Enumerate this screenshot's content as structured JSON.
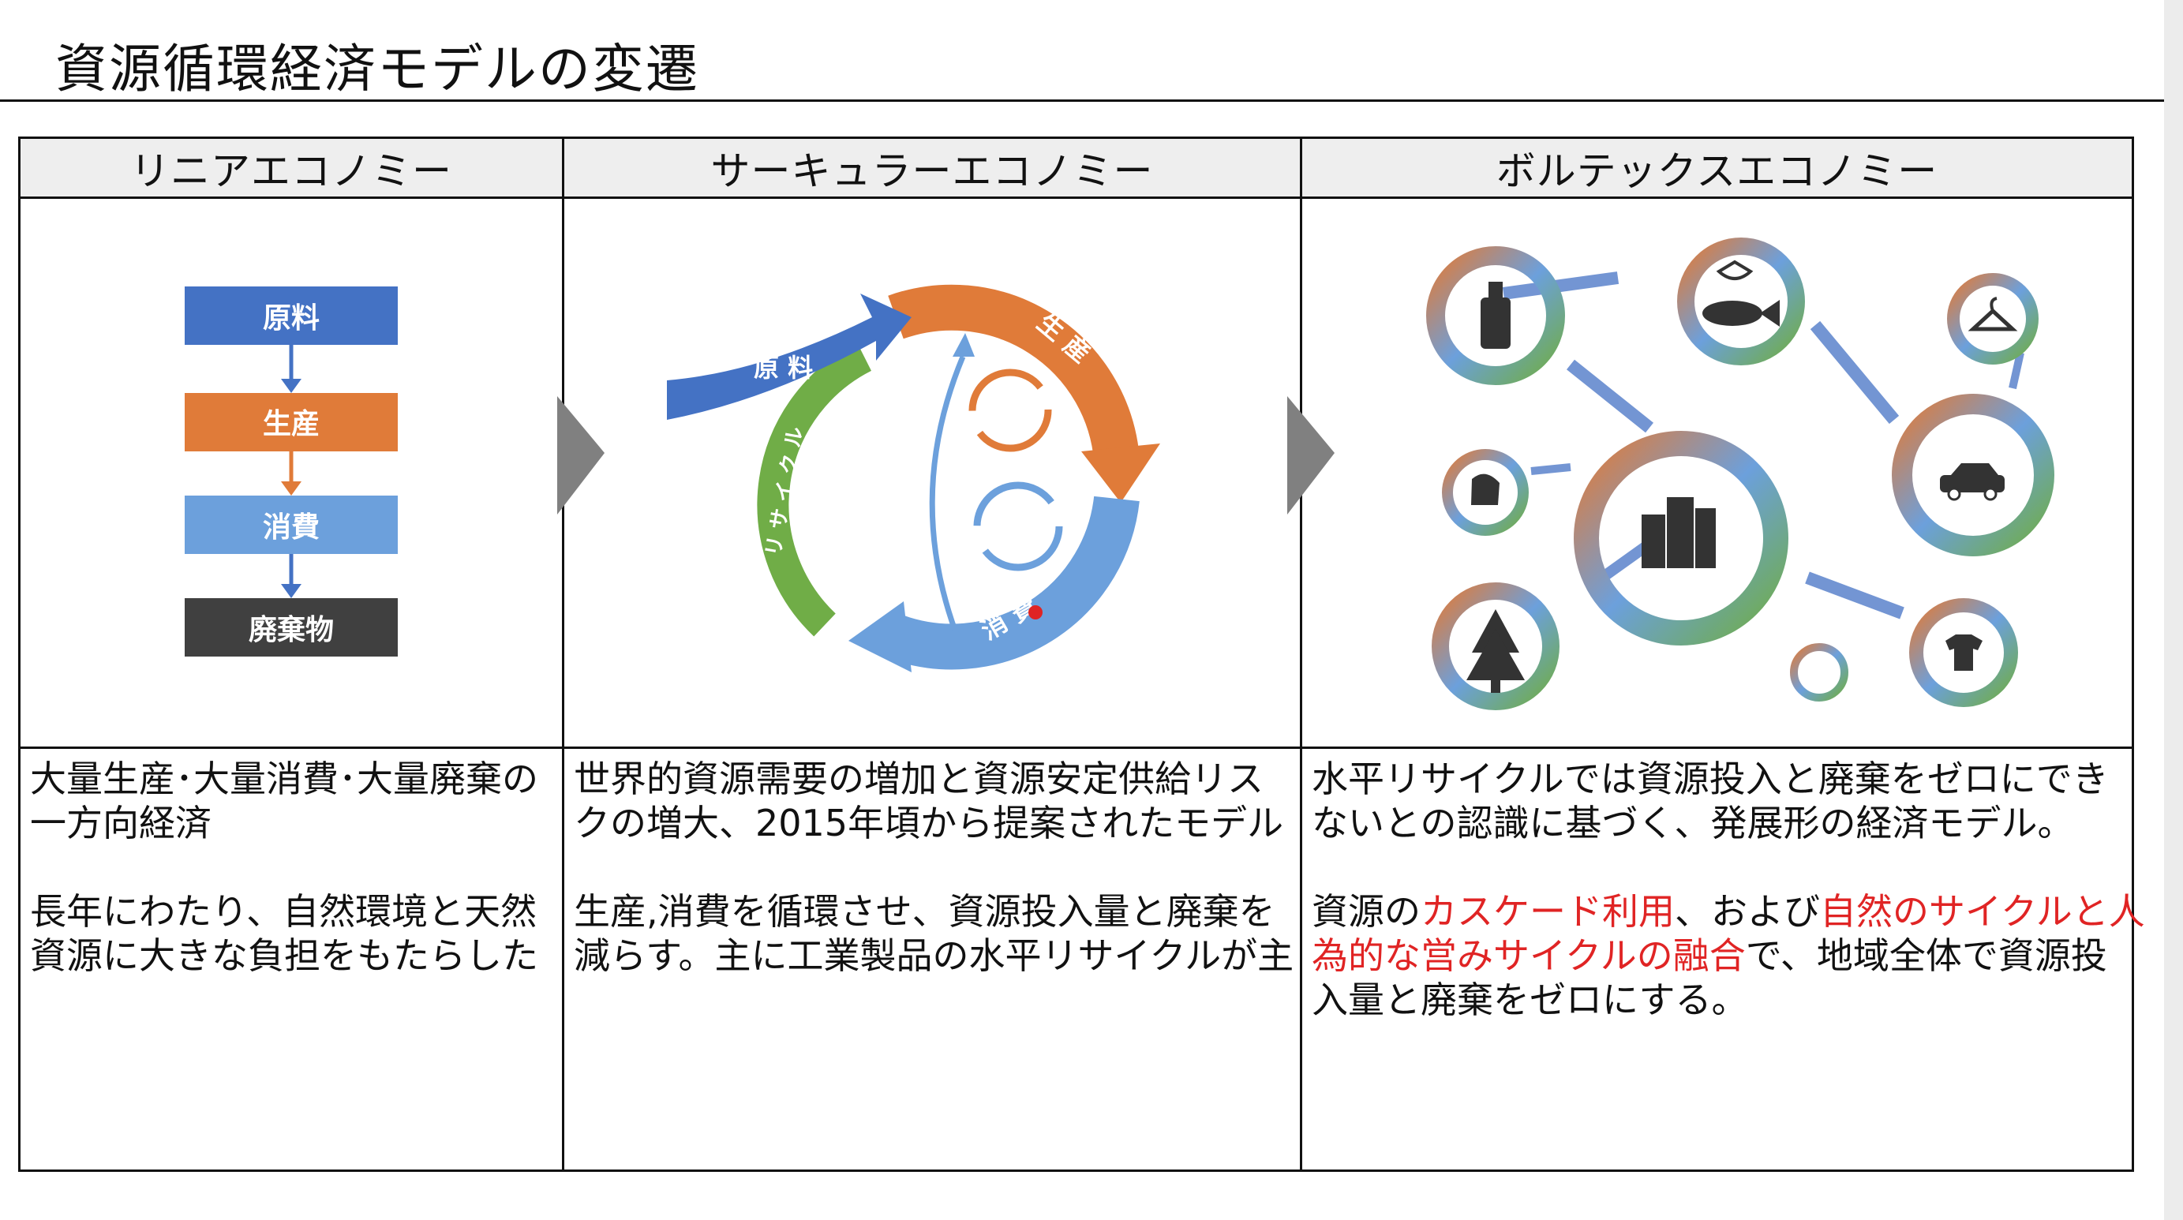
{
  "title": "資源循環経済モデルの変遷",
  "columns": [
    {
      "header": "リニアエコノミー",
      "flow": [
        "原料",
        "生産",
        "消費",
        "廃棄物"
      ],
      "p1_lines": [
        "大量生産･大量消費･大量廃棄の",
        "一方向経済"
      ],
      "p2_lines": [
        "長年にわたり、自然環境と天然",
        "資源に大きな負担をもたらした"
      ]
    },
    {
      "header": "サーキュラーエコノミー",
      "diagram_labels": {
        "input": "原 料",
        "produce": "生 産",
        "consume": "消 費",
        "recycle": "リ サ イ ク ル"
      },
      "p1_lines": [
        "世界的資源需要の増加と資源安定供給リス",
        "クの増大、2015年頃から提案されたモデル"
      ],
      "p2_lines": [
        "生産,消費を循環させ、資源投入量と廃棄を",
        "減らす。主に工業製品の水平リサイクルが主"
      ]
    },
    {
      "header": "ボルテックスエコノミー",
      "p1_lines": [
        "水平リサイクルでは資源投入と廃棄をゼロにでき",
        "ないとの認識に基づく、発展形の経済モデル。"
      ],
      "p2": {
        "a": "資源の",
        "b": "カスケード利用",
        "c": "、および",
        "d": "自然のサイクルと人",
        "e": "為的な営みサイクルの融合",
        "f": "で、地域全体で資源投",
        "g": "入量と廃棄をゼロにする。"
      },
      "icons": [
        "bottle-icon",
        "fish-icon",
        "hanger-icon",
        "car-icon",
        "chair-icon",
        "buildings-icon",
        "tree-icon",
        "tshirt-icon"
      ]
    }
  ],
  "colors": {
    "blue": "#4472C4",
    "orange": "#E07B39",
    "lightblue": "#6CA0DC",
    "dark": "#404040",
    "green": "#70AD47",
    "red": "#E02424"
  }
}
